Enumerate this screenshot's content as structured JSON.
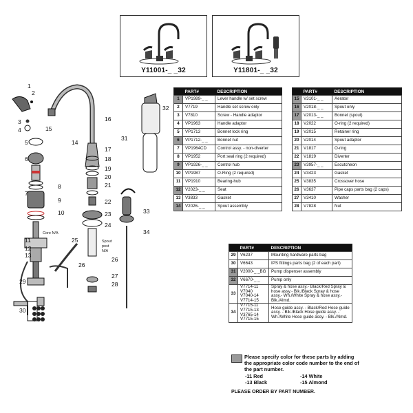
{
  "models": [
    {
      "label": "Y11001-_ _32"
    },
    {
      "label": "Y11801-_ _32"
    }
  ],
  "diagram": {
    "callouts": [
      "1",
      "2",
      "3",
      "4",
      "5",
      "6",
      "7",
      "8",
      "9",
      "10",
      "11",
      "12",
      "13",
      "14",
      "15",
      "16",
      "17",
      "18",
      "19",
      "20",
      "21",
      "22",
      "23",
      "24",
      "25",
      "26",
      "27",
      "28",
      "29",
      "30",
      "31",
      "32",
      "33",
      "34"
    ],
    "notes": {
      "core": "Core N/A",
      "spout_post_1": "Spout",
      "spout_post_2": "post",
      "spout_post_3": "N/A"
    }
  },
  "table1": {
    "headers": [
      "PART#",
      "DESCRIPTION"
    ],
    "rows": [
      {
        "num": "1",
        "part": "VP1989-_ _",
        "desc": "Lever handle w/ set screw",
        "shaded": true
      },
      {
        "num": "2",
        "part": "V7719",
        "desc": "Handle set screw only",
        "shaded": false
      },
      {
        "num": "3",
        "part": "V7810",
        "desc": "Screw - Handle adaptor",
        "shaded": false
      },
      {
        "num": "4",
        "part": "VP1963",
        "desc": "Handle adaptor",
        "shaded": false
      },
      {
        "num": "5",
        "part": "VP1713",
        "desc": "Bonnet lock ring",
        "shaded": false
      },
      {
        "num": "6",
        "part": "VP1712-_ _",
        "desc": "Bonnet nut",
        "shaded": true
      },
      {
        "num": "7",
        "part": "VP1964CD",
        "desc": "Control assy. - non-diverter",
        "shaded": false
      },
      {
        "num": "8",
        "part": "VP1952",
        "desc": "Port seal ring (2 required)",
        "shaded": false
      },
      {
        "num": "9",
        "part": "VP1926-_ _",
        "desc": "Control hub",
        "shaded": true
      },
      {
        "num": "10",
        "part": "VP1987",
        "desc": "O-Ring (2 required)",
        "shaded": false
      },
      {
        "num": "11",
        "part": "VP1910",
        "desc": "Bearing-hub",
        "shaded": false
      },
      {
        "num": "12",
        "part": "V2023-_ _",
        "desc": "Seat",
        "shaded": true
      },
      {
        "num": "13",
        "part": "V3833",
        "desc": "Gasket",
        "shaded": false
      },
      {
        "num": "14",
        "part": "V2026-_ _",
        "desc": "Spout assembly",
        "shaded": true
      }
    ]
  },
  "table2": {
    "headers": [
      "PART#",
      "DESCRIPTION"
    ],
    "rows": [
      {
        "num": "15",
        "part": "V3101-_ _",
        "desc": "Aerator",
        "shaded": true
      },
      {
        "num": "16",
        "part": "V2018-_ _",
        "desc": "Spout only",
        "shaded": true
      },
      {
        "num": "17",
        "part": "V2013-_ _",
        "desc": "Bonnet (spout)",
        "shaded": true
      },
      {
        "num": "18",
        "part": "V2022",
        "desc": "O-ring (2 required)",
        "shaded": false
      },
      {
        "num": "19",
        "part": "V2015",
        "desc": "Retainer ring",
        "shaded": false
      },
      {
        "num": "20",
        "part": "V2014",
        "desc": "Spout adaptor",
        "shaded": false
      },
      {
        "num": "21",
        "part": "V1817",
        "desc": "O-ring",
        "shaded": false
      },
      {
        "num": "22",
        "part": "V1819",
        "desc": "Diverter",
        "shaded": false
      },
      {
        "num": "23",
        "part": "V3957-_ _",
        "desc": "Escutcheon",
        "shaded": true
      },
      {
        "num": "24",
        "part": "V3423",
        "desc": "Gasket",
        "shaded": false
      },
      {
        "num": "25",
        "part": "V3835",
        "desc": "Crossover hose",
        "shaded": false
      },
      {
        "num": "26",
        "part": "V3637",
        "desc": "Pipe caps parts bag (2 caps)",
        "shaded": false
      },
      {
        "num": "27",
        "part": "V3410",
        "desc": "Washer",
        "shaded": false
      },
      {
        "num": "28",
        "part": "V7828",
        "desc": "Nut",
        "shaded": false
      }
    ]
  },
  "table3": {
    "headers": [
      "PART#",
      "DESCRIPTION"
    ],
    "rows": [
      {
        "num": "29",
        "part": "V6237",
        "desc": "Mounting hardware parts bag",
        "shaded": false
      },
      {
        "num": "30",
        "part": "V6643",
        "desc": "IPS fittings parts bag (2 of each part)",
        "shaded": false
      },
      {
        "num": "31",
        "part": "V2000-_ _BG",
        "desc": "Pump dispenser assembly",
        "shaded": true
      },
      {
        "num": "32",
        "part": "V6670-_ _",
        "desc": "Pump only",
        "shaded": true
      },
      {
        "num": "33",
        "part": "V7714-11 V7040 V7040-14 V7714-15",
        "desc": "Spray & hose assy.- Black/Red Spray & hose assy.- Blk./Black Spray & hose assy.- Wh./White Spray & hose assy.- Blk./Almd.",
        "shaded": false
      },
      {
        "num": "34",
        "part": "V7715-11 V7715-13 V3765-14 V7715-15",
        "desc": "Hose guide assy. - Black/Red Hose guide assy. - Blk./Black Hose guide assy. - Wh./White Hose guide assy. - Blk./Almd.",
        "shaded": false
      }
    ]
  },
  "note": "Please specify color for these parts by adding the appropriate color code number to the end of the part number.",
  "color_codes": {
    "red": "-11 Red",
    "black": "-13 Black",
    "white": "-14 White",
    "almond": "-15 Almond"
  },
  "order_note": "PLEASE ORDER BY PART NUMBER.",
  "colors": {
    "shade": "#9a9a9a",
    "header_bg": "#111111"
  }
}
